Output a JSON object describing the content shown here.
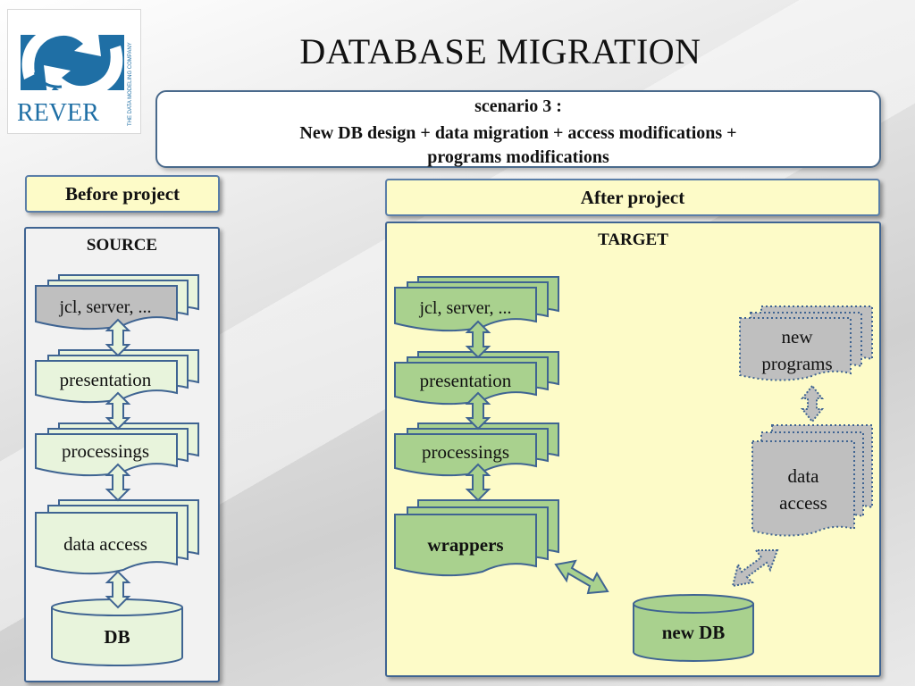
{
  "title": "DATABASE MIGRATION",
  "logo": {
    "brand": "REVER",
    "tagline": "THE DATA MODELING COMPANY",
    "icon": "circular-arrows-icon"
  },
  "scenario": {
    "line1": "scenario 3 :",
    "line2": "New DB design + data migration + access modifications +",
    "line3": "programs modifications"
  },
  "before": {
    "header": "Before project",
    "panel_label": "SOURCE",
    "layers": [
      "jcl, server, ...",
      "presentation",
      "processings",
      "data access"
    ],
    "db": "DB"
  },
  "after": {
    "header": "After project",
    "panel_label": "TARGET",
    "layers": [
      "jcl, server, ...",
      "presentation",
      "processings",
      "wrappers"
    ],
    "new_programs": [
      "new",
      "programs"
    ],
    "data_access": [
      "data",
      "access"
    ],
    "db": "new DB"
  },
  "colors": {
    "source_doc_fill": "#e8f4dc",
    "target_doc_fill": "#a9d18e",
    "new_item_fill": "#bfbfbf",
    "panel_border": "#3f6492",
    "target_panel_bg": "#fdfbc8",
    "source_panel_bg": "#f2f2f2",
    "logo_blue": "#1f6fa5"
  }
}
